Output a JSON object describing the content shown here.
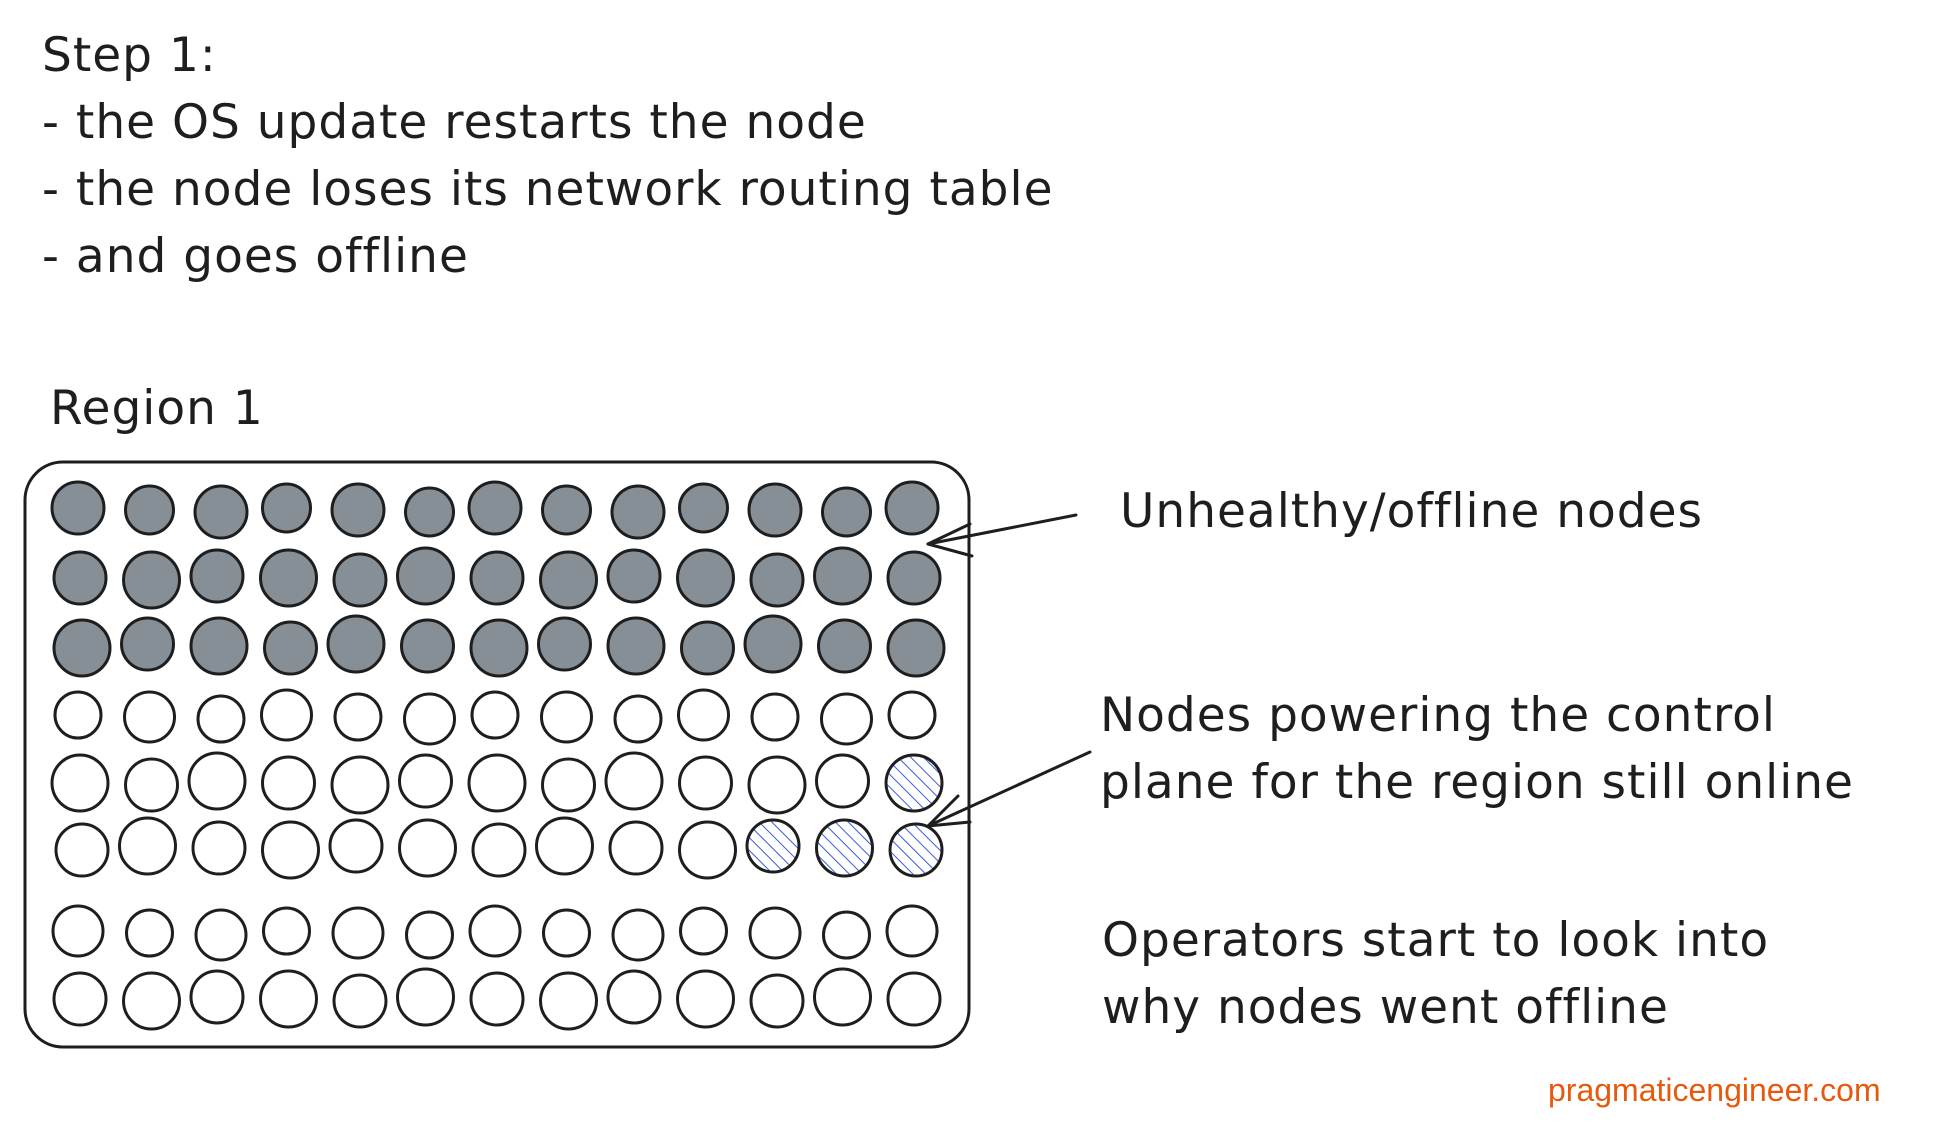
{
  "step": {
    "heading": "Step 1:",
    "lines": [
      "- the OS update restarts the node",
      "- the node loses its network routing table",
      "- and goes offline"
    ]
  },
  "region": {
    "title": "Region 1",
    "grid": {
      "rows": 8,
      "cols": 13,
      "row_states": [
        [
          "offline",
          "offline",
          "offline",
          "offline",
          "offline",
          "offline",
          "offline",
          "offline",
          "offline",
          "offline",
          "offline",
          "offline",
          "offline"
        ],
        [
          "offline",
          "offline",
          "offline",
          "offline",
          "offline",
          "offline",
          "offline",
          "offline",
          "offline",
          "offline",
          "offline",
          "offline",
          "offline"
        ],
        [
          "offline",
          "offline",
          "offline",
          "offline",
          "offline",
          "offline",
          "offline",
          "offline",
          "offline",
          "offline",
          "offline",
          "offline",
          "offline"
        ],
        [
          "online",
          "online",
          "online",
          "online",
          "online",
          "online",
          "online",
          "online",
          "online",
          "online",
          "online",
          "online",
          "online"
        ],
        [
          "online",
          "online",
          "online",
          "online",
          "online",
          "online",
          "online",
          "online",
          "online",
          "online",
          "online",
          "online",
          "control"
        ],
        [
          "online",
          "online",
          "online",
          "online",
          "online",
          "online",
          "online",
          "online",
          "online",
          "online",
          "control",
          "control",
          "control"
        ],
        [
          "online",
          "online",
          "online",
          "online",
          "online",
          "online",
          "online",
          "online",
          "online",
          "online",
          "online",
          "online",
          "online"
        ],
        [
          "online",
          "online",
          "online",
          "online",
          "online",
          "online",
          "online",
          "online",
          "online",
          "online",
          "online",
          "online",
          "online"
        ]
      ]
    }
  },
  "annotations": {
    "unhealthy": "Unhealthy/offline nodes",
    "control_line1": "Nodes powering the control",
    "control_line2": "plane for the region still online",
    "operators_line1": "Operators start to look into",
    "operators_line2": "why nodes went offline"
  },
  "credit": "pragmaticengineer.com",
  "colors": {
    "offline_fill": "#868e96",
    "stroke": "#1e1e1e",
    "control_hatch": "#3b5bdb",
    "credit": "#e8590c"
  }
}
